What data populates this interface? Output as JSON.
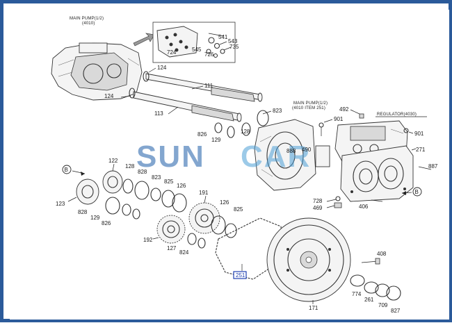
{
  "watermark": {
    "left": "SUN",
    "right": "CAR",
    "color_left": "#1f5fa8",
    "color_right": "#4d9fd6"
  },
  "captions": {
    "main_pump_top_1": "MAIN PUMP(1/2)",
    "main_pump_top_2": "(4010)",
    "main_pump_mid_1": "MAIN PUMP(1/2)",
    "main_pump_mid_2": "(4010 ITEM 251)",
    "regulator": "REGULATOR(4030)"
  },
  "labels": {
    "p541": "541",
    "p543": "543",
    "p724": "724",
    "p545": "545",
    "p726": "726",
    "p735": "735",
    "p124a": "124",
    "p124b": "124",
    "p111": "111",
    "p113": "113",
    "p823a": "823",
    "p492": "492",
    "p901a": "901",
    "p901b": "901",
    "p826a": "826",
    "p129a": "129",
    "p128a": "128",
    "p888": "888",
    "p490": "490",
    "p271": "271",
    "p887": "887",
    "p122": "122",
    "p128b": "128",
    "p828a": "828",
    "p823b": "823",
    "p825a": "825",
    "p126a": "126",
    "p123": "123",
    "p828b": "828",
    "p129b": "129",
    "p826b": "826",
    "p191": "191",
    "p126b": "126",
    "p825b": "825",
    "p728": "728",
    "p469": "469",
    "p406": "406",
    "p192": "192",
    "p127": "127",
    "p824": "824",
    "p251": "251",
    "p408": "408",
    "p774": "774",
    "p261": "261",
    "p709": "709",
    "p827": "827",
    "p171": "171",
    "b1": "B",
    "b2": "B"
  },
  "colors": {
    "line": "#222222",
    "frame": "#2b5a9a",
    "highlight_box": "#1e3fb0"
  }
}
